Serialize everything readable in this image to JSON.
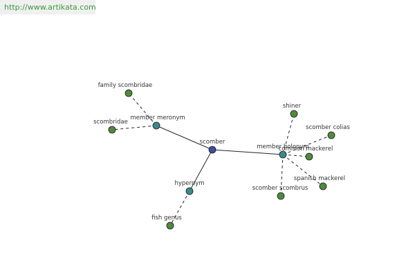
{
  "banner": {
    "url": "http://www.artikata.com"
  },
  "colors": {
    "root_node": "#3a4fa0",
    "relation_node": "#3a8a8a",
    "leaf_node": "#4f8a3f",
    "edge": "#222222"
  },
  "graph": {
    "nodes": [
      {
        "id": "scomber",
        "label": "scomber",
        "kind": "root"
      },
      {
        "id": "member_meronym",
        "label": "member meronym",
        "kind": "relation"
      },
      {
        "id": "family_scombridae",
        "label": "family scombridae",
        "kind": "leaf"
      },
      {
        "id": "scombridae",
        "label": "scombridae",
        "kind": "leaf"
      },
      {
        "id": "hypernym",
        "label": "hypernym",
        "kind": "relation"
      },
      {
        "id": "fish_genus",
        "label": "fish genus",
        "kind": "leaf"
      },
      {
        "id": "member_holonym",
        "label": "member holonym",
        "kind": "relation"
      },
      {
        "id": "shiner",
        "label": "shiner",
        "kind": "leaf"
      },
      {
        "id": "scomber_colias",
        "label": "scomber colias",
        "kind": "leaf"
      },
      {
        "id": "common_mackerel",
        "label": "common mackerel",
        "kind": "leaf"
      },
      {
        "id": "spanish_mackerel",
        "label": "spanish mackerel",
        "kind": "leaf"
      },
      {
        "id": "scomber_scombrus",
        "label": "scomber scombrus",
        "kind": "leaf"
      }
    ],
    "edges": [
      {
        "from": "scomber",
        "to": "member_meronym",
        "style": "solid"
      },
      {
        "from": "scomber",
        "to": "hypernym",
        "style": "solid"
      },
      {
        "from": "scomber",
        "to": "member_holonym",
        "style": "solid"
      },
      {
        "from": "member_meronym",
        "to": "family_scombridae",
        "style": "dashed"
      },
      {
        "from": "member_meronym",
        "to": "scombridae",
        "style": "dashed"
      },
      {
        "from": "hypernym",
        "to": "fish_genus",
        "style": "dashed"
      },
      {
        "from": "member_holonym",
        "to": "shiner",
        "style": "dashed"
      },
      {
        "from": "member_holonym",
        "to": "scomber_colias",
        "style": "dashed"
      },
      {
        "from": "member_holonym",
        "to": "common_mackerel",
        "style": "dashed"
      },
      {
        "from": "member_holonym",
        "to": "spanish_mackerel",
        "style": "dashed"
      },
      {
        "from": "member_holonym",
        "to": "scomber_scombrus",
        "style": "dashed"
      }
    ]
  }
}
